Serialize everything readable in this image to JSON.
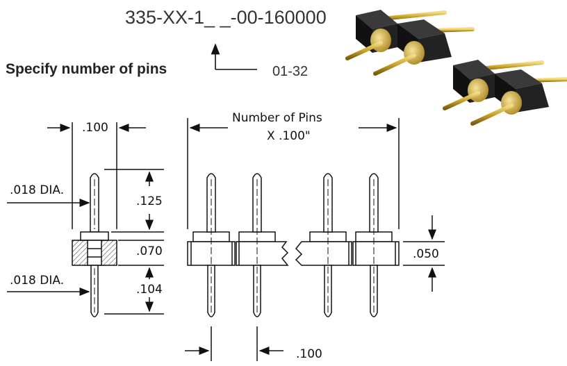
{
  "part_number": "335-XX-1_ _-00-160000",
  "specify_label": "Specify number of pins",
  "pin_range": "01-32",
  "dims": {
    "pitch_top": ".100",
    "dia_top": ".018  DIA.",
    "dia_bottom": ".018  DIA.",
    "upper_pin": ".125",
    "insulator": ".070",
    "lower_pin": ".104",
    "number_of_pins": "Number  of  Pins",
    "times_pitch": "X  .100\"",
    "body_height": ".050",
    "pitch_bottom": ".100"
  },
  "colors": {
    "line": "#111111",
    "gold": "#c9a227",
    "plastic": "#1c1c1c"
  }
}
